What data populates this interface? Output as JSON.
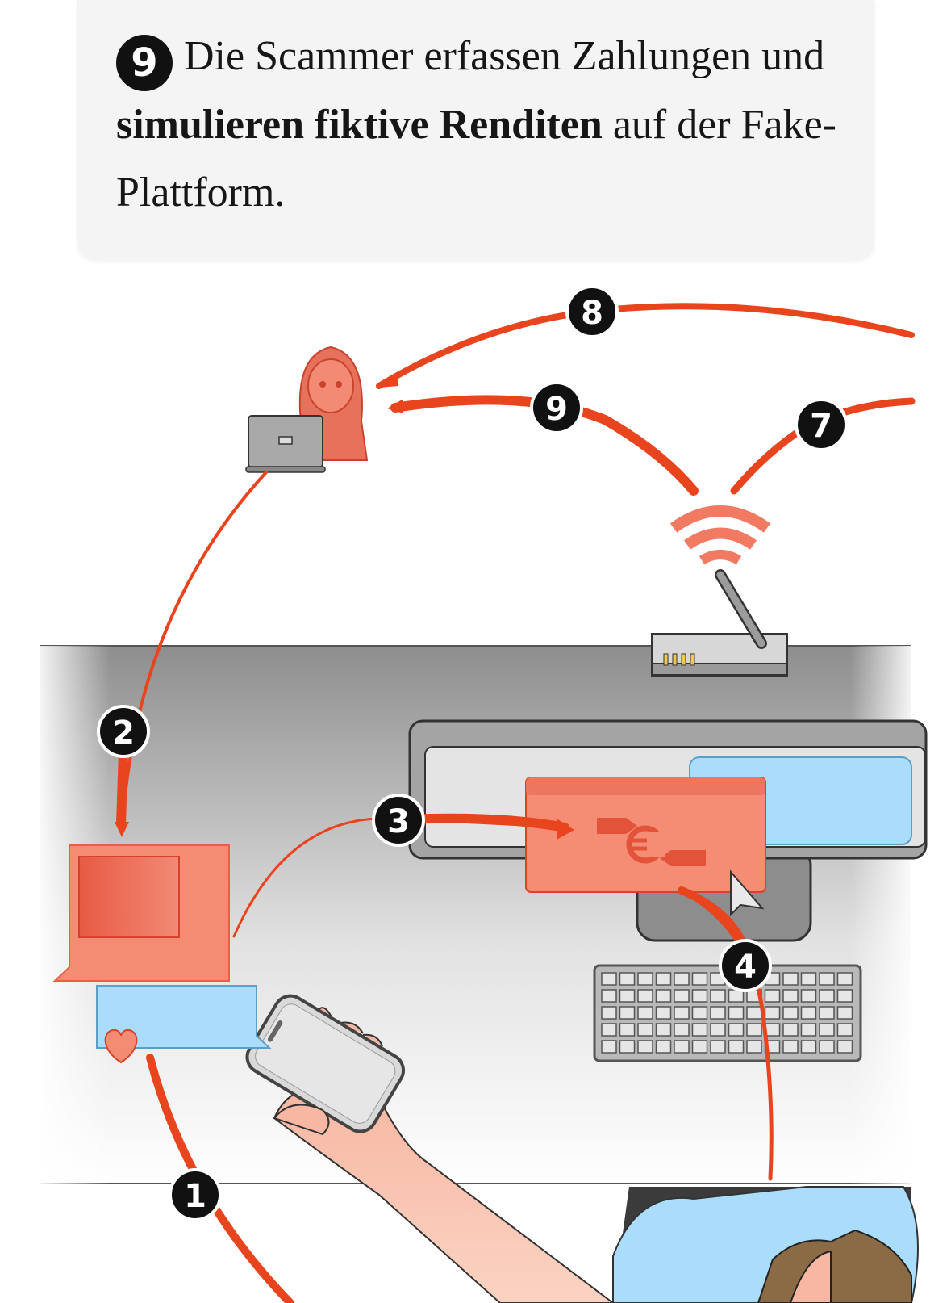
{
  "caption": {
    "step": "9",
    "part1": "Die Scammer erfassen Zahlungen und",
    "bold": "simulieren fiktive Renditen",
    "part2": "auf der Fake-Plattform."
  },
  "steps": [
    "1",
    "2",
    "3",
    "4",
    "7",
    "8",
    "9"
  ],
  "colors": {
    "accent": "#e8441e",
    "salmon": "#f48b73",
    "light_blue": "#a9ddfb",
    "dark": "#111111",
    "desk_gray": "#8a8a8a"
  },
  "icons": {
    "scammer": "hooded-scammer-icon",
    "wifi": "wifi-router-icon",
    "euro": "euro-icon",
    "heart": "heart-icon"
  }
}
